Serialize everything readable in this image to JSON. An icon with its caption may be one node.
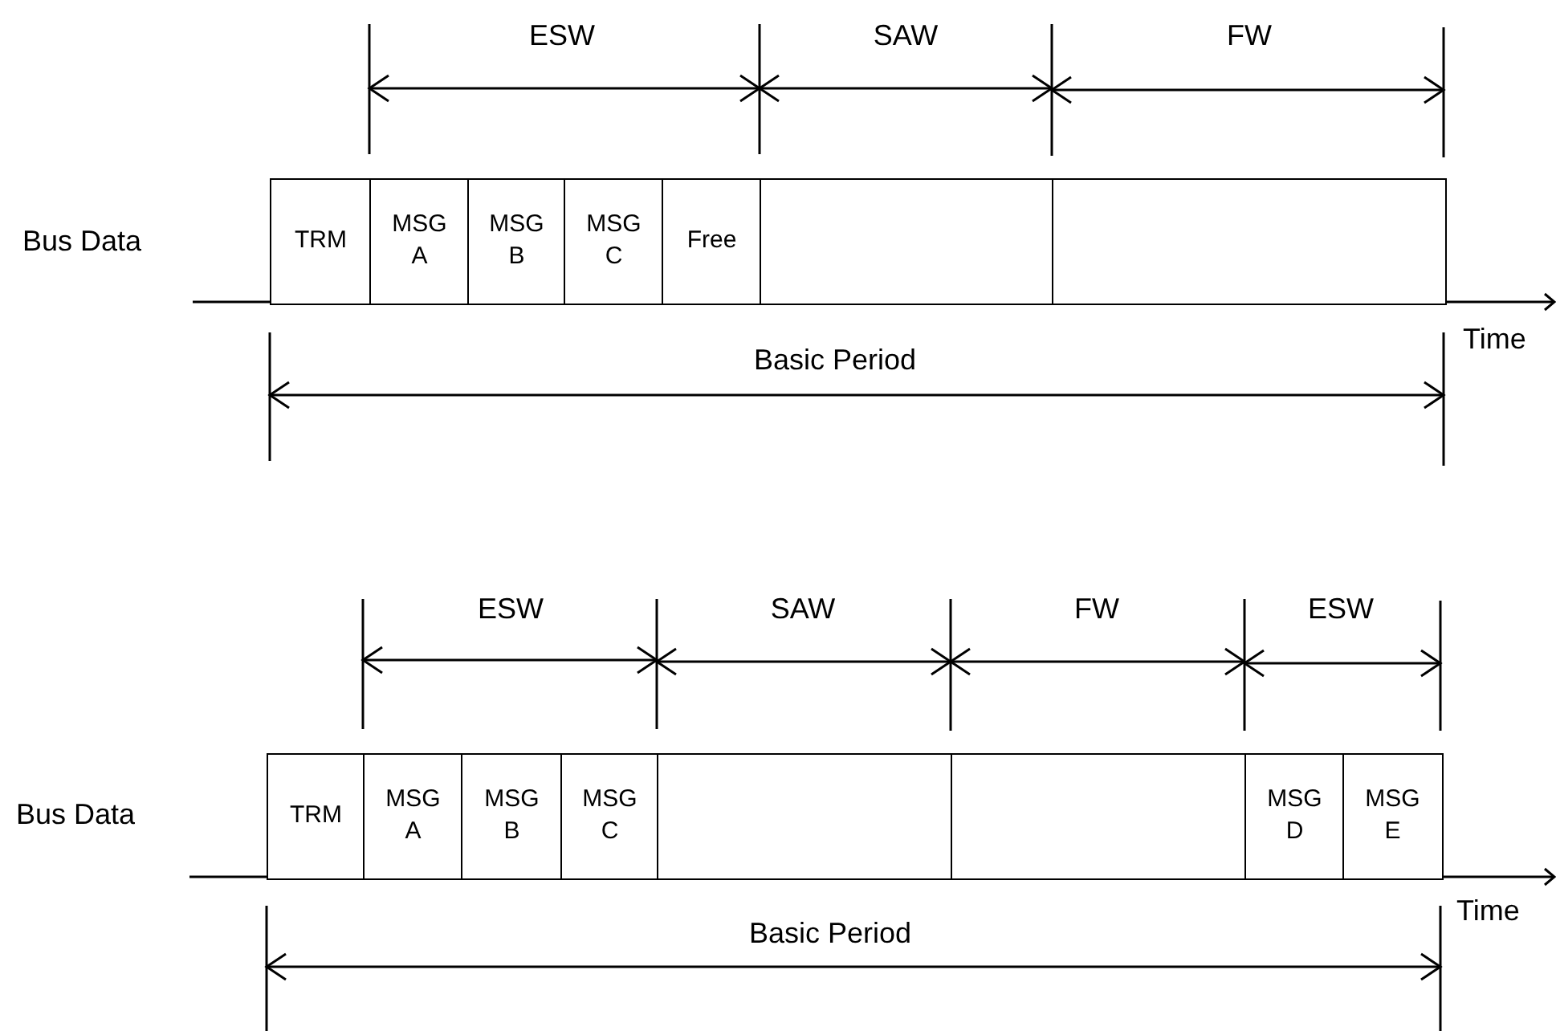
{
  "diagram": {
    "nodes": [
      {
        "text": [
          "TRM"
        ]
      },
      {
        "text": [
          "MSG A"
        ]
      },
      {
        "text": [
          "MSG B"
        ]
      },
      {
        "text": [
          "MSG C"
        ]
      },
      {
        "text": [
          "Free"
        ]
      },
      {
        "text": [],
        "shape": "box"
      },
      {
        "text": [],
        "shape": "box"
      },
      {
        "text": [
          "TRM"
        ]
      },
      {
        "text": [
          "MSG A"
        ]
      },
      {
        "text": [
          "MSG B"
        ]
      },
      {
        "text": [
          "MSG C"
        ]
      },
      {
        "text": [],
        "shape": "box"
      },
      {
        "text": [],
        "shape": "box"
      },
      {
        "text": [
          "MSG D"
        ]
      },
      {
        "text": [
          "MSG E"
        ]
      }
    ],
    "labels": [
      "ESW",
      "SAW",
      "FW",
      "Bus Data",
      "Time",
      "Basic Period",
      "ESW",
      "SAW",
      "FW",
      "ESW",
      "Bus Data",
      "Time",
      "Basic Period"
    ]
  }
}
